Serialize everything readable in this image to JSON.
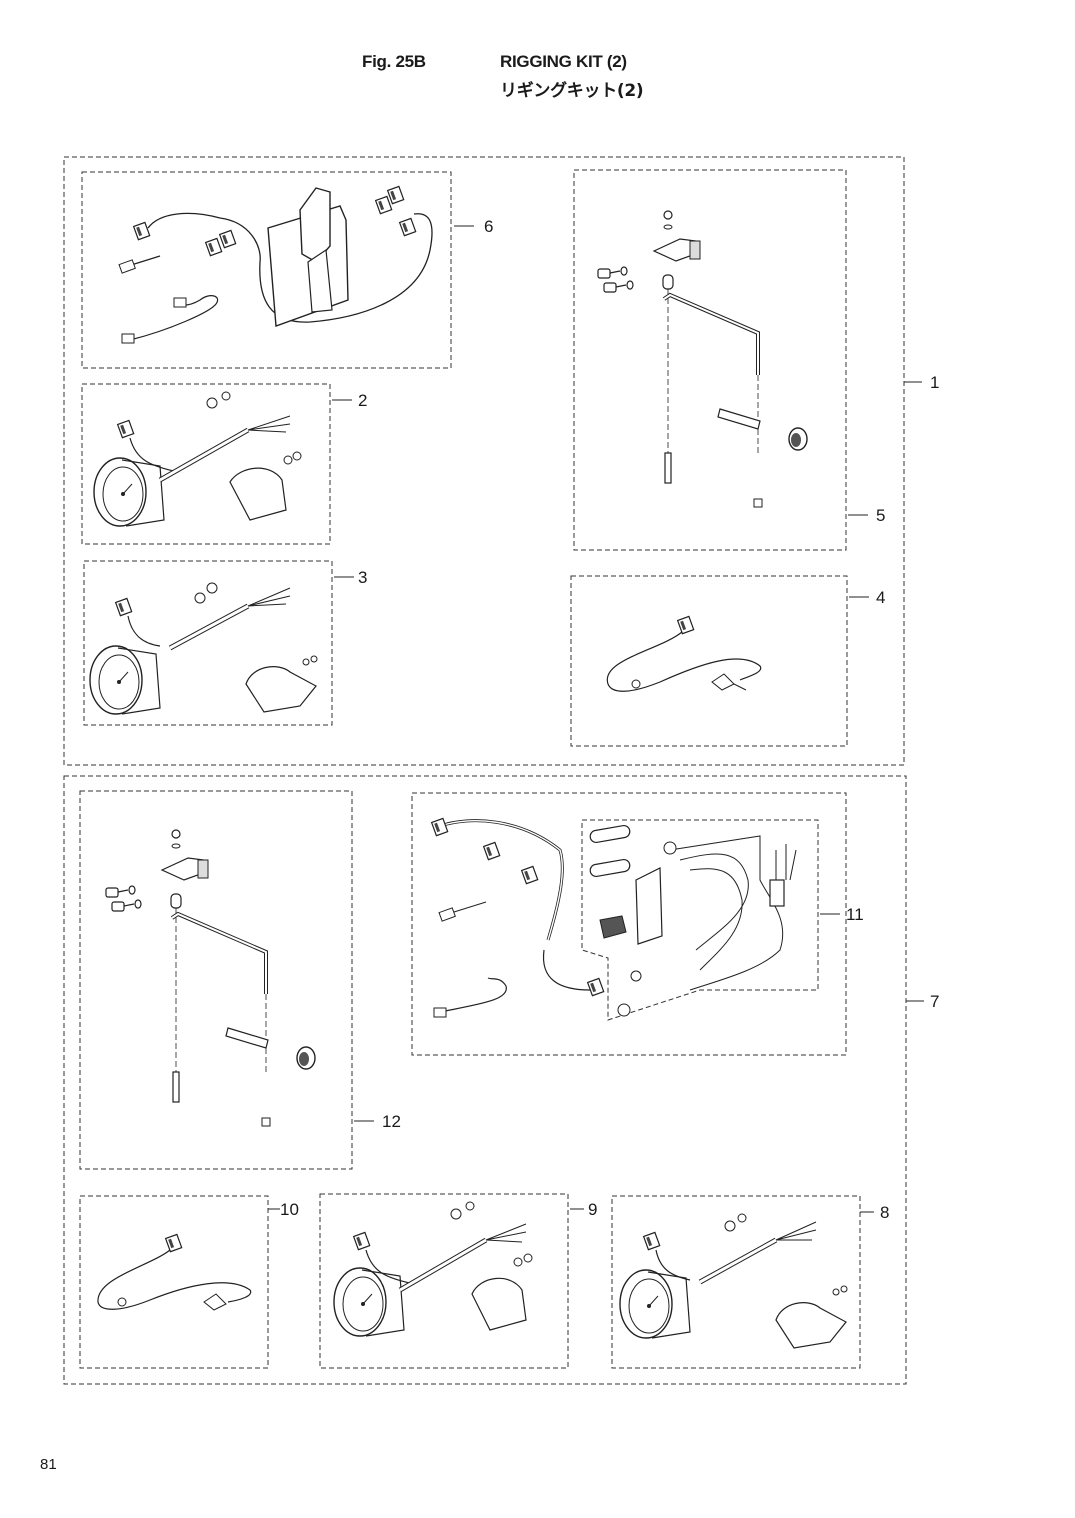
{
  "header": {
    "fig_no": "Fig. 25B",
    "title_en": "RIGGING KIT (2)",
    "title_ja": "リギングキット(2)"
  },
  "callouts": {
    "c1": "1",
    "c2": "2",
    "c3": "3",
    "c4": "4",
    "c5": "5",
    "c6": "6",
    "c7": "7",
    "c8": "8",
    "c9": "9",
    "c10": "10",
    "c11": "11",
    "c12": "12"
  },
  "page_number": "81"
}
